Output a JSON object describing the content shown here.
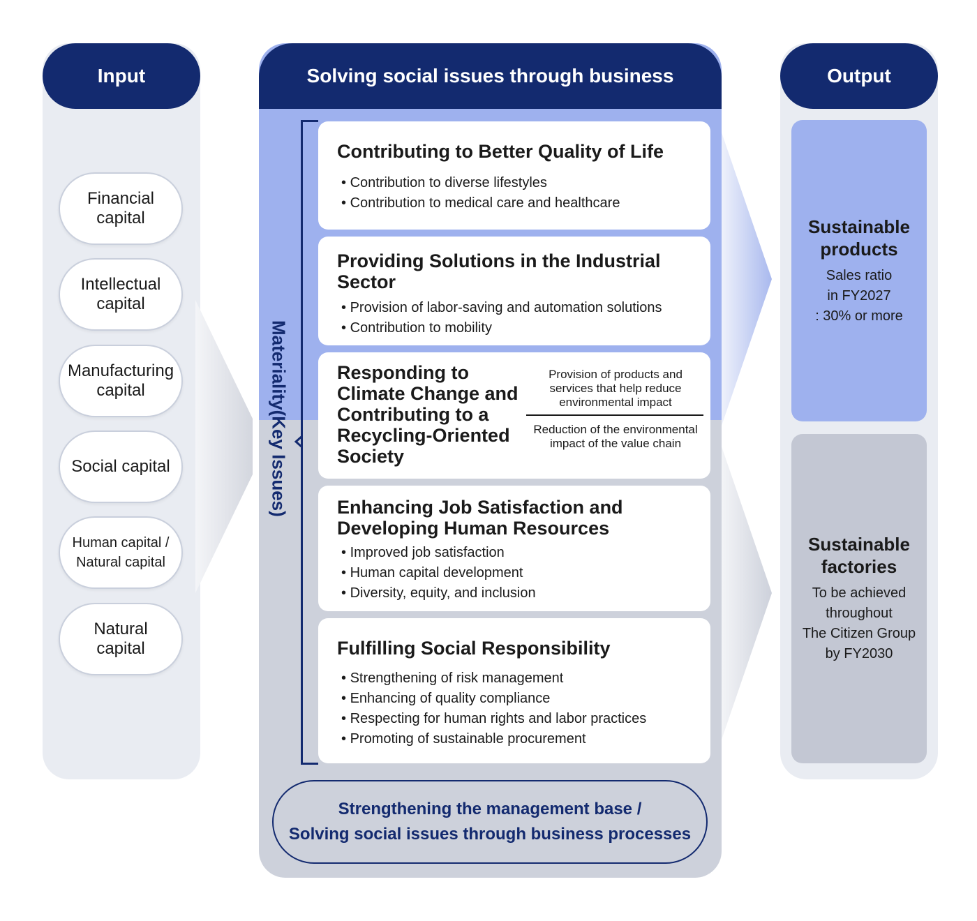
{
  "input": {
    "title": "Input",
    "items": [
      {
        "line1": "Financial",
        "line2": "capital"
      },
      {
        "line1": "Intellectual",
        "line2": "capital"
      },
      {
        "line1": "Manufacturing",
        "line2": "capital"
      },
      {
        "line1": "Social capital",
        "line2": ""
      },
      {
        "line1": "Human capital /",
        "line2": "Natural capital"
      },
      {
        "line1": "Natural",
        "line2": "capital"
      }
    ]
  },
  "middle": {
    "title": "Solving social issues through business",
    "side_label": "Materiality(Key Issues)",
    "cards": [
      {
        "title": "Contributing to Better Quality of Life",
        "bullets": [
          "Contribution to diverse lifestyles",
          "Contribution to medical care and healthcare"
        ]
      },
      {
        "title": "Providing Solutions in the Industrial Sector",
        "bullets": [
          "Provision of labor-saving and automation solutions",
          "Contribution to mobility"
        ]
      },
      {
        "title": "Responding to Climate Change and Contributing to a Recycling-Oriented Society",
        "right_top": "Provision of products and services that help reduce environmental impact",
        "right_bottom": "Reduction of the environmental impact of the value chain"
      },
      {
        "title": "Enhancing Job Satisfaction and Developing Human Resources",
        "bullets": [
          "Improved job satisfaction",
          "Human capital development",
          "Diversity, equity, and inclusion"
        ]
      },
      {
        "title": "Fulfilling Social Responsibility",
        "bullets": [
          "Strengthening of risk management",
          "Enhancing of quality compliance",
          "Respecting for human rights and labor practices",
          "Promoting of sustainable procurement"
        ]
      }
    ],
    "base_line1": "Strengthening the management base /",
    "base_line2": "Solving social issues through business processes"
  },
  "output": {
    "title": "Output",
    "boxes": [
      {
        "title_line1": "Sustainable",
        "title_line2": "products",
        "lines": [
          "Sales ratio",
          "in FY2027",
          ": 30% or more"
        ]
      },
      {
        "title_line1": "Sustainable",
        "title_line2": "factories",
        "lines": [
          "To be achieved",
          "throughout",
          "The Citizen Group",
          "by FY2030"
        ]
      }
    ]
  },
  "colors": {
    "navy": "#132a6f",
    "blue_band": "#9eb1ee",
    "gray_band": "#cdd1db",
    "side_bg": "#e9ecf2"
  }
}
